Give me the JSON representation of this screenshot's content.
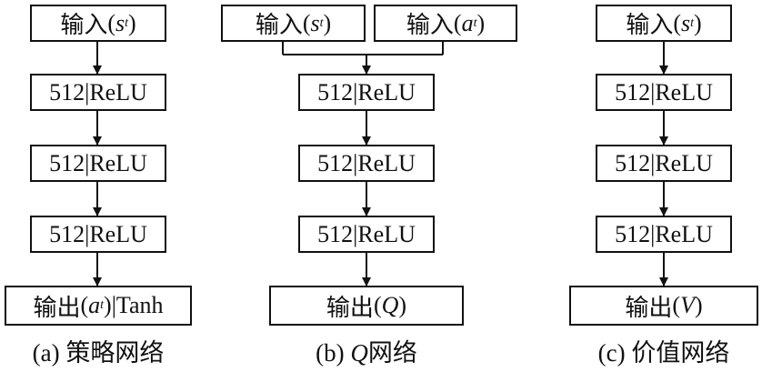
{
  "diagrams": [
    {
      "id": "a",
      "input_label": "输入",
      "input_var": "s",
      "input_sub": "t",
      "layers": [
        "512|ReLU",
        "512|ReLU",
        "512|ReLU"
      ],
      "output_label": "输出",
      "output_var": "a",
      "output_sub": "t",
      "output_suffix": "|Tanh",
      "caption_prefix": "(a)",
      "caption_text": "策略网络"
    },
    {
      "id": "b",
      "input1_label": "输入",
      "input1_var": "s",
      "input1_sub": "t",
      "input2_label": "输入",
      "input2_var": "a",
      "input2_sub": "t",
      "layers": [
        "512|ReLU",
        "512|ReLU",
        "512|ReLU"
      ],
      "output_label": "输出",
      "output_var": "Q",
      "caption_prefix": "(b)",
      "caption_var": "Q",
      "caption_text": "网络"
    },
    {
      "id": "c",
      "input_label": "输入",
      "input_var": "s",
      "input_sub": "t",
      "layers": [
        "512|ReLU",
        "512|ReLU",
        "512|ReLU"
      ],
      "output_label": "输出",
      "output_var": "V",
      "caption_prefix": "(c)",
      "caption_text": "价值网络"
    }
  ]
}
